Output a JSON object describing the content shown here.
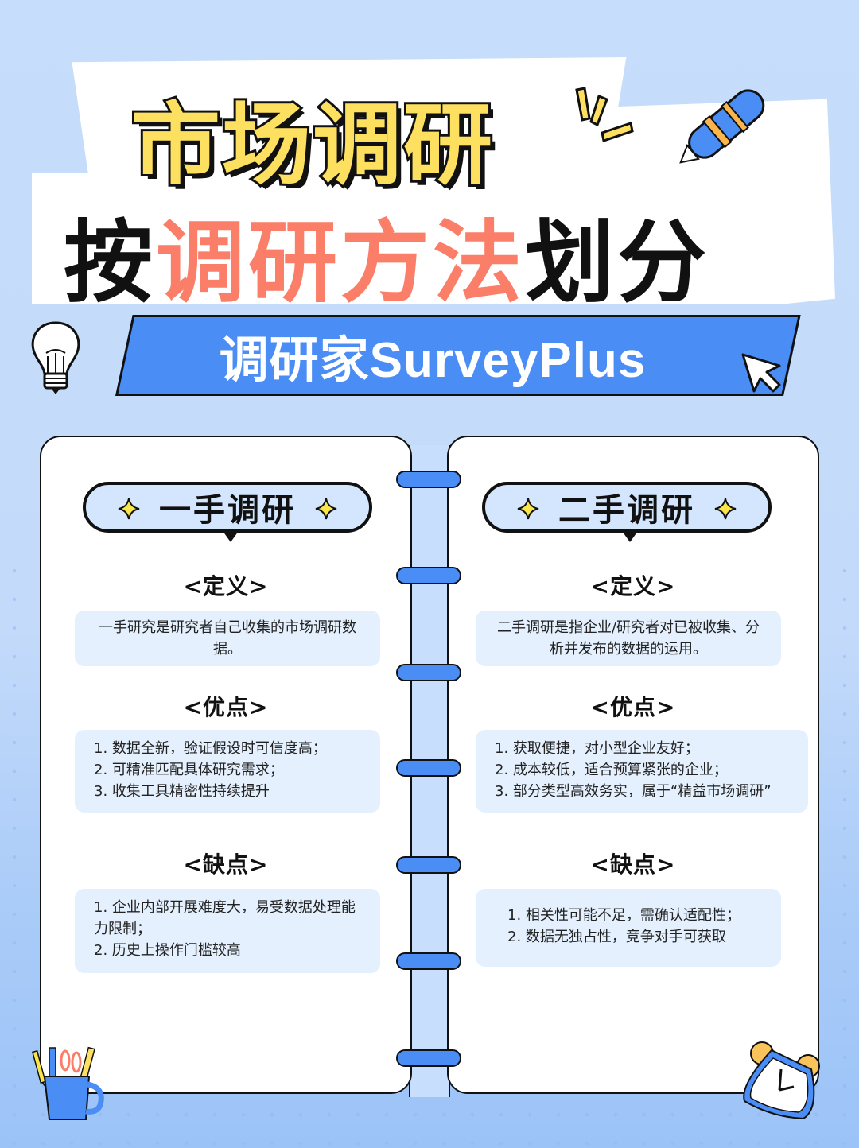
{
  "title": {
    "line1": "市场调研",
    "line2_prefix": "按",
    "line2_highlight": "调研方法",
    "line2_suffix": "划分"
  },
  "brand": {
    "text": "调研家SurveyPlus"
  },
  "colors": {
    "background": "#c6ddfb",
    "title_yellow": "#fde060",
    "highlight_coral": "#fb7e68",
    "brand_blue": "#4a8df5",
    "box_bg": "#e4f0fd",
    "bubble_bg": "#d3e6fd"
  },
  "left": {
    "title": "一手调研",
    "definition_heading": "<定义>",
    "definition": "一手研究是研究者自己收集的市场调研数据。",
    "pros_heading": "<优点>",
    "pros": [
      "1. 数据全新，验证假设时可信度高；",
      "2. 可精准匹配具体研究需求；",
      "3. 收集工具精密性持续提升"
    ],
    "cons_heading": "<缺点>",
    "cons": [
      "1. 企业内部开展难度大，易受数据处理能力限制；",
      "2. 历史上操作门槛较高"
    ]
  },
  "right": {
    "title": "二手调研",
    "definition_heading": "<定义>",
    "definition": "二手调研是指企业/研究者对已被收集、分析并发布的数据的运用。",
    "pros_heading": "<优点>",
    "pros": [
      "1. 获取便捷，对小型企业友好；",
      "2. 成本较低，适合预算紧张的企业；",
      "3. 部分类型高效务实，属于“精益市场调研”"
    ],
    "cons_heading": "<缺点>",
    "cons": [
      "1. 相关性可能不足，需确认适配性；",
      "2. 数据无独占性，竞争对手可获取"
    ]
  },
  "icons": [
    "sparkle-lines-icon",
    "fountain-pen-icon",
    "lightbulb-icon",
    "cursor-arrow-icon",
    "star-icon",
    "pencil-cup-icon",
    "alarm-clock-icon"
  ]
}
